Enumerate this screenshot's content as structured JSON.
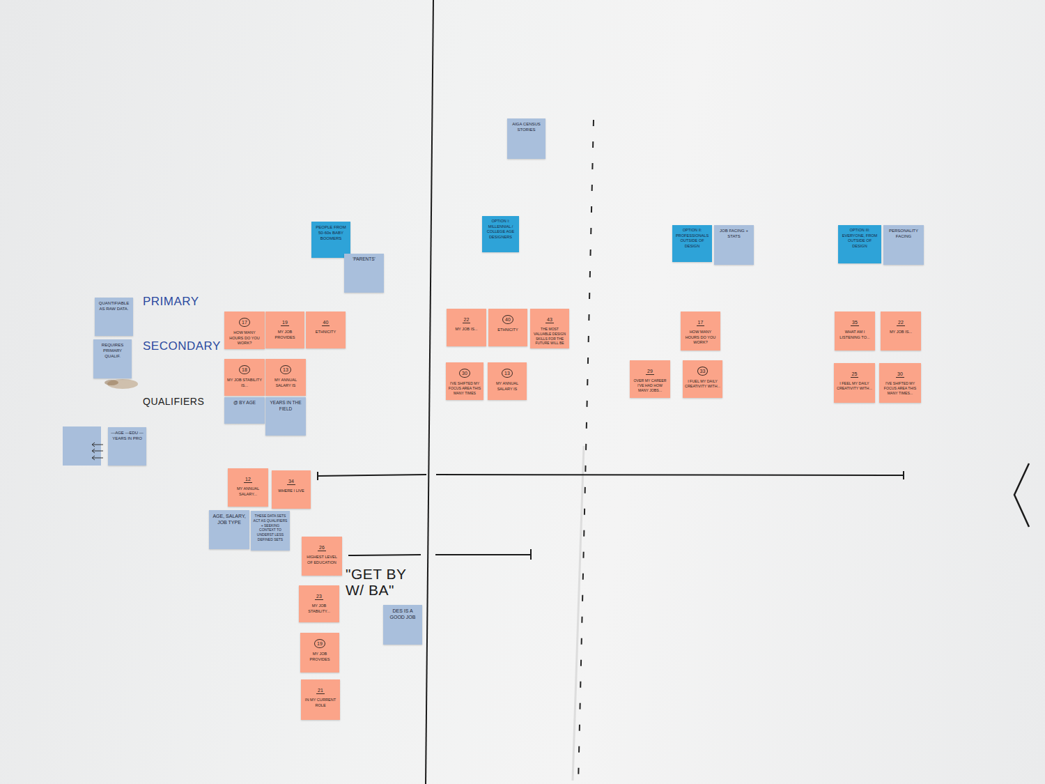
{
  "diagram": {
    "nodes": [
      {
        "text": [
          "AIGA CENSUS STORIES"
        ]
      },
      {
        "text": [
          "PEOPLE FROM 50-60s BABY BOOMERS"
        ]
      },
      {
        "text": [
          "'PARENTS'"
        ]
      },
      {
        "text": [
          "OPTION I: MILLENNIAL / COLLEGE AGE DESIGNERS"
        ]
      },
      {
        "text": [
          "OPTION II: PROFESSIONALS OUTSIDE OF DESIGN"
        ]
      },
      {
        "text": [
          "JOB FACING + STATS"
        ]
      },
      {
        "text": [
          "OPTION III: EVERYONE, FROM OUTSIDE OF DESIGN"
        ]
      },
      {
        "text": [
          "PERSONALITY FACING"
        ]
      },
      {
        "text": [
          "QUANTIFIABLE AS RAW DATA."
        ]
      },
      {
        "text": [
          "REQUIRES PRIMARY QUALIF."
        ]
      },
      {
        "text": [
          "17",
          "HOW MANY HOURS DO YOU WORK?"
        ]
      },
      {
        "text": [
          "19",
          "MY JOB PROVIDES"
        ]
      },
      {
        "text": [
          "40",
          "ETHNICITY"
        ]
      },
      {
        "text": [
          "22",
          "MY JOB IS..."
        ]
      },
      {
        "text": [
          "40",
          "ETHNICITY"
        ]
      },
      {
        "text": [
          "43",
          "THE MOST VALUABLE DESIGN SKILLS FOR THE FUTURE WILL BE"
        ]
      },
      {
        "text": [
          "17",
          "HOW MANY HOURS DO YOU WORK?"
        ]
      },
      {
        "text": [
          "35",
          "WHAT AM I LISTENING TO..."
        ]
      },
      {
        "text": [
          "22",
          "MY JOB IS..."
        ]
      },
      {
        "text": [
          "18",
          "MY JOB STABILITY IS..."
        ]
      },
      {
        "text": [
          "13",
          "MY ANNUAL SALARY IS"
        ]
      },
      {
        "text": [
          "30",
          "I'VE SHIFTED MY FOCUS AREA THIS MANY TIMES"
        ]
      },
      {
        "text": [
          "13",
          "MY ANNUAL SALARY IS"
        ]
      },
      {
        "text": [
          "29",
          "OVER MY CAREER I'VE HAD HOW MANY JOBS..."
        ]
      },
      {
        "text": [
          "33",
          "I FUEL MY DAILY CREATIVITY WITH..."
        ]
      },
      {
        "text": [
          "25",
          "I FEEL MY DAILY CREATIVITY WITH..."
        ]
      },
      {
        "text": [
          "30",
          "I'VE SHIFTED MY FOCUS AREA THIS MANY TIMES..."
        ]
      },
      {
        "text": [
          "@ BY AGE"
        ]
      },
      {
        "text": [
          "YEARS IN THE FIELD"
        ]
      },
      {
        "text": [
          "—AGE —EDU —YEARS IN PRO"
        ]
      },
      {
        "text": [
          "12",
          "MY ANNUAL SALARY..."
        ]
      },
      {
        "text": [
          "34",
          "WHERE I LIVE"
        ]
      },
      {
        "text": [
          "AGE, SALARY, JOB TYPE"
        ]
      },
      {
        "text": [
          "THESE DATA SETS ACT AS QUALIFIERS + SEEKING CONTEXT TO UNDERST LESS DEFINED SETS"
        ]
      },
      {
        "text": [
          "26",
          "HIGHEST LEVEL OF EDUCATION"
        ]
      },
      {
        "text": [
          "23",
          "MY JOB STABILITY..."
        ]
      },
      {
        "text": [
          "DES IS A GOOD JOB"
        ]
      },
      {
        "text": [
          "19",
          "MY JOB PROVIDES"
        ]
      },
      {
        "text": [
          "21",
          "IN MY CURRENT ROLE"
        ]
      }
    ],
    "labels": [
      "PRIMARY",
      "SECONDARY",
      "QUALIFIERS",
      "\"GET BY W/ BA\""
    ]
  }
}
